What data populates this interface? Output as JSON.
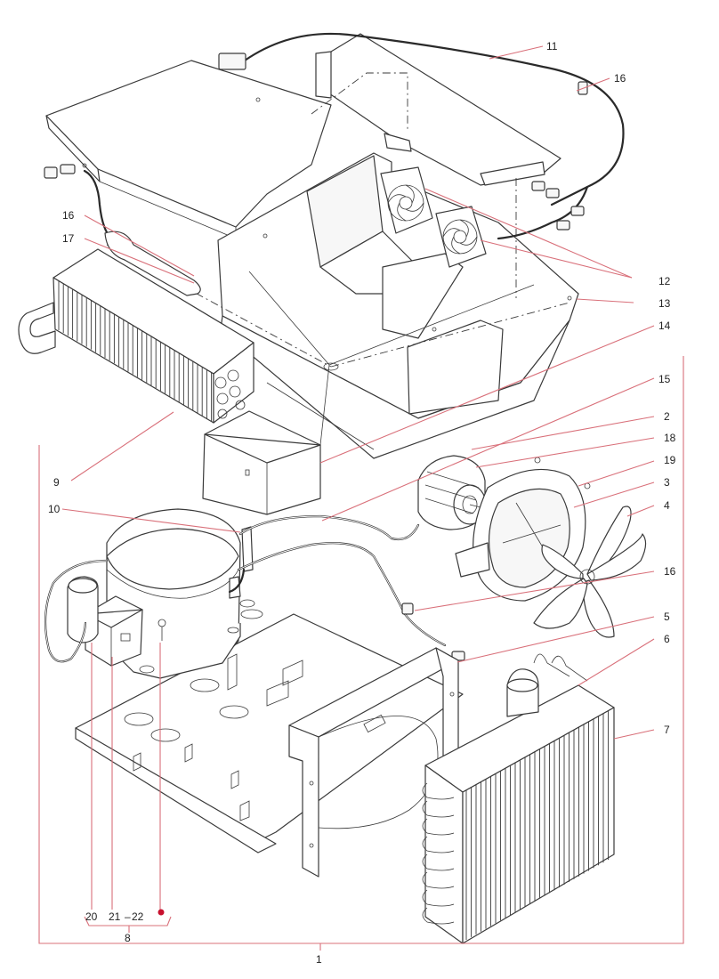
{
  "diagram": {
    "colors": {
      "line": "#3a3a3a",
      "leader": "#d9707a",
      "marker": "#c8102e",
      "background": "#ffffff"
    },
    "callouts": {
      "c1": "1",
      "c2": "2",
      "c3": "3",
      "c4": "4",
      "c5": "5",
      "c6": "6",
      "c7": "7",
      "c8": "8",
      "c9": "9",
      "c10": "10",
      "c11": "11",
      "c12": "12",
      "c13": "13",
      "c14": "14",
      "c15": "15",
      "c16a": "16",
      "c16b": "16",
      "c16c": "16",
      "c17": "17",
      "c18": "18",
      "c19": "19",
      "c20": "20",
      "c21": "21",
      "c22": "22"
    }
  }
}
